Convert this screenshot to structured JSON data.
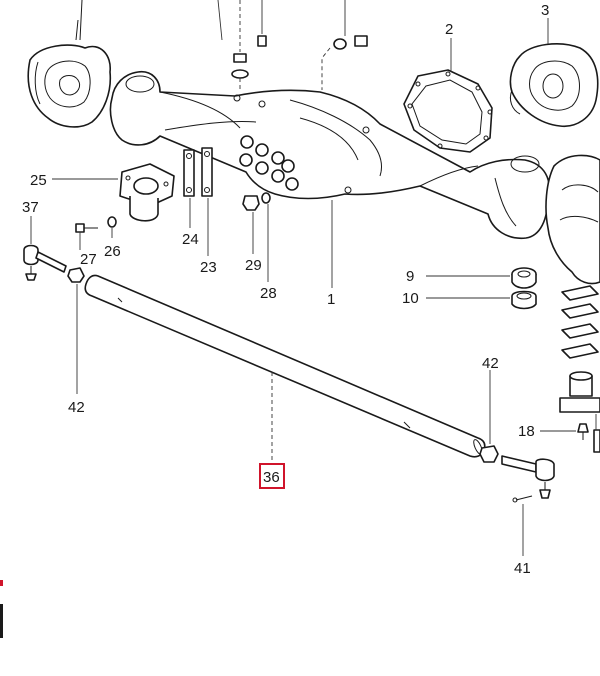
{
  "diagram": {
    "callouts": {
      "c1": "1",
      "c2": "2",
      "c3": "3",
      "c9": "9",
      "c10": "10",
      "c18": "18",
      "c23": "23",
      "c24": "24",
      "c25": "25",
      "c26": "26",
      "c27": "27",
      "c28": "28",
      "c29": "29",
      "c36": "36",
      "c37": "37",
      "c41": "41",
      "c42a": "42",
      "c42b": "42"
    },
    "highlighted_part": "36",
    "colors": {
      "line": "#1a1a1a",
      "highlight": "#d0142b",
      "background": "#ffffff"
    }
  }
}
